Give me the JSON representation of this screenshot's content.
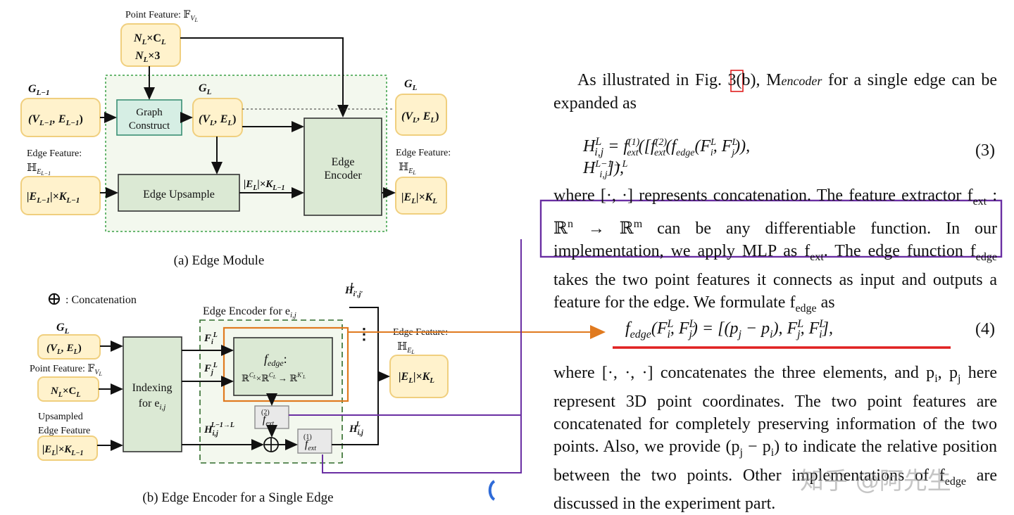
{
  "figure": {
    "caption_a": "(a) Edge Module",
    "caption_b": "(b) Edge Encoder for a Single Edge",
    "module_a": {
      "point_feature_label": "Point Feature: 𝔽",
      "point_feature_sub": "V",
      "point_feature_subsub": "L",
      "point_box_line1": "N",
      "point_box_line2": "N",
      "gl1_label": "G",
      "gl_label": "G",
      "gl_right_label": "G",
      "vl1_box": "(V",
      "vl_box": "(V",
      "vl_right_box": "(V",
      "graph_construct_1": "Graph",
      "graph_construct_2": "Construct",
      "edge_feature_left_1": "Edge Feature:",
      "edge_feature_left_2": "ℍ",
      "edge_feature_right_1": "Edge Feature:",
      "edge_feature_right_2": "ℍ",
      "el1_box": "|E",
      "edge_upsample": "Edge Upsample",
      "el_k_label": "|E",
      "edge_encoder_1": "Edge",
      "edge_encoder_2": "Encoder",
      "el_right_box": "|E"
    },
    "module_b": {
      "concat_symbol": "⊕",
      "concat_label": ": Concatenation",
      "encoder_title": "Edge Encoder for e",
      "gl_label": "G",
      "vl_box": "(V",
      "point_feature_label": "Point Feature: 𝔽",
      "nl_box": "N",
      "upsampled_1": "Upsampled",
      "upsampled_2": "Edge Feature",
      "el_box": "|E",
      "indexing_1": "Indexing",
      "indexing_2": "for e",
      "fi": "F",
      "fj": "F",
      "fedge": "f",
      "fedge_map": "ℝ",
      "fext2": "f",
      "fext1": "f",
      "hij_in": "H",
      "hij_out": "H",
      "hij_prime": "H",
      "dots": "⋮",
      "edge_feature_1": "Edge Feature:",
      "edge_feature_2": "ℍ",
      "out_box": "|E"
    }
  },
  "text": {
    "p1": "As illustrated in Fig. 3(b), M",
    "p1_sub": "encoder",
    "p1_end": " for a single edge can be expanded as",
    "fig_ref": "3",
    "eq3_num": "(3)",
    "p2": "where [·, ·] represents concatenation. The feature extractor f",
    "p2_b": "ext",
    "p2_c": " : ℝ",
    "p2_d": " → ℝ",
    "p2_e": " can be any differentiable function. In our implementation, we apply MLP as f",
    "p2_f": ". The edge function f",
    "p2_g": "edge",
    "p2_h": " takes the two point features it connects as input and outputs a feature for the edge. We formulate f",
    "p2_i": " as",
    "eq4_num": "(4)",
    "p3": "where [·, ·, ·] concatenates the three elements, and p",
    "p3_b": "here represent 3D point coordinates. The two point features are concatenated for completely preserving information of the two points. Also, we provide (p",
    "p3_c": " − p",
    "p3_d": ") to indicate the relative position between the two points. Other implementations of f",
    "p3_e": " are discussed in the experiment part.",
    "watermark": "知乎 @阿先生"
  },
  "colors": {
    "highlight_purple": "#6a2fa3",
    "highlight_orange": "#e07a1f",
    "underline_red": "#e02020",
    "ref_box_red": "#e02020"
  }
}
